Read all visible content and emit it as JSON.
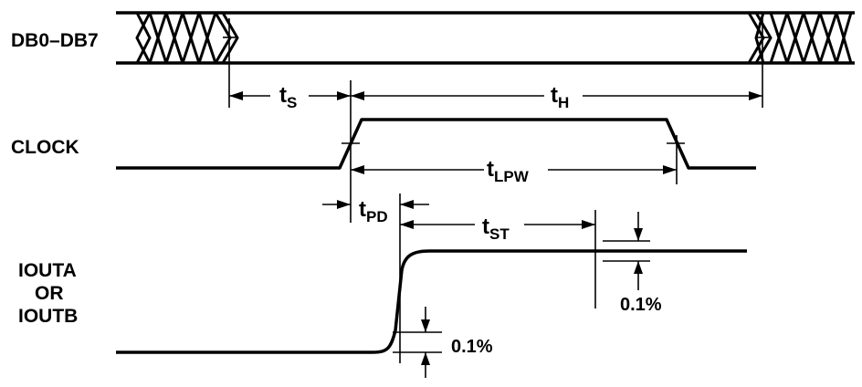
{
  "signals": {
    "data_bus": "DB0–DB7",
    "clock": "CLOCK",
    "output_line1": "IOUTA",
    "output_line2": "OR",
    "output_line3": "IOUTB"
  },
  "timing": {
    "setup": {
      "main": "t",
      "sub": "S"
    },
    "hold": {
      "main": "t",
      "sub": "H"
    },
    "low_pulse_width": {
      "main": "t",
      "sub": "LPW"
    },
    "prop_delay": {
      "main": "t",
      "sub": "PD"
    },
    "settling": {
      "main": "t",
      "sub": "ST"
    }
  },
  "tolerance": {
    "upper": "0.1%",
    "lower": "0.1%"
  }
}
